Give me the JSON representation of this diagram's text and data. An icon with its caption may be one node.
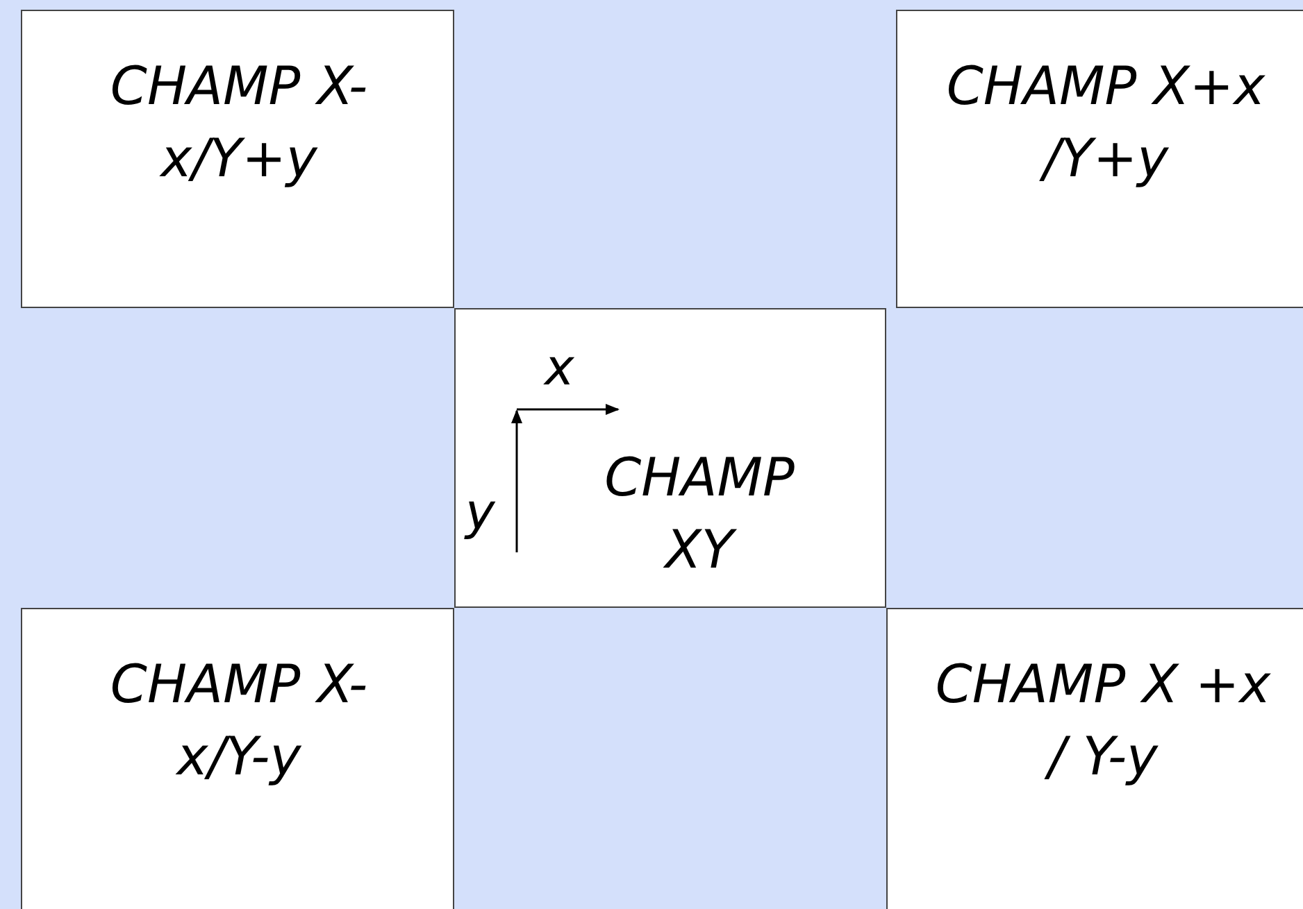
{
  "diagram": {
    "nodes": [
      {
        "text": [
          "CHAMP X-x/Y+y"
        ]
      },
      {
        "text": [
          "CHAMP X+x /Y+y"
        ]
      },
      {
        "text": [
          "CHAMP XY"
        ]
      },
      {
        "text": [
          "CHAMP X-x/Y-y"
        ]
      },
      {
        "text": [
          "CHAMP X +x / Y-y"
        ]
      }
    ],
    "edges": [],
    "labels": [
      "x",
      "y"
    ]
  }
}
